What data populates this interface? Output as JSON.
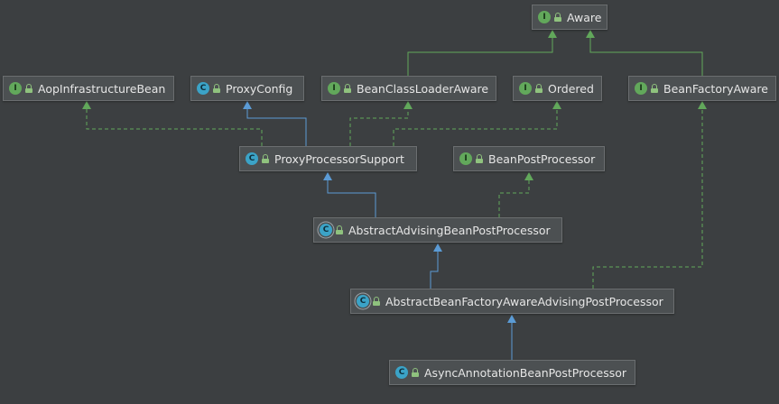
{
  "nodes": [
    {
      "id": "aware",
      "kind": "interface",
      "badge": "I",
      "label": "Aware"
    },
    {
      "id": "aop",
      "kind": "interface",
      "badge": "I",
      "label": "AopInfrastructureBean"
    },
    {
      "id": "proxyconfig",
      "kind": "class",
      "badge": "C",
      "label": "ProxyConfig"
    },
    {
      "id": "bcla",
      "kind": "interface",
      "badge": "I",
      "label": "BeanClassLoaderAware"
    },
    {
      "id": "ordered",
      "kind": "interface",
      "badge": "I",
      "label": "Ordered"
    },
    {
      "id": "bfa",
      "kind": "interface",
      "badge": "I",
      "label": "BeanFactoryAware"
    },
    {
      "id": "pps",
      "kind": "class",
      "badge": "C",
      "label": "ProxyProcessorSupport"
    },
    {
      "id": "bpp",
      "kind": "interface",
      "badge": "I",
      "label": "BeanPostProcessor"
    },
    {
      "id": "aabpp",
      "kind": "abstract",
      "badge": "C",
      "label": "AbstractAdvisingBeanPostProcessor"
    },
    {
      "id": "abfaapp",
      "kind": "abstract",
      "badge": "C",
      "label": "AbstractBeanFactoryAwareAdvisingPostProcessor"
    },
    {
      "id": "aabpp2",
      "kind": "class",
      "badge": "C",
      "label": "AsyncAnnotationBeanPostProcessor"
    }
  ],
  "edges": [
    {
      "from": "bcla",
      "to": "aware",
      "type": "extends-interface"
    },
    {
      "from": "bfa",
      "to": "aware",
      "type": "extends-interface"
    },
    {
      "from": "pps",
      "to": "aop",
      "type": "implements"
    },
    {
      "from": "pps",
      "to": "proxyconfig",
      "type": "extends"
    },
    {
      "from": "pps",
      "to": "bcla",
      "type": "implements"
    },
    {
      "from": "pps",
      "to": "ordered",
      "type": "implements"
    },
    {
      "from": "aabpp",
      "to": "pps",
      "type": "extends"
    },
    {
      "from": "aabpp",
      "to": "bpp",
      "type": "implements"
    },
    {
      "from": "abfaapp",
      "to": "aabpp",
      "type": "extends"
    },
    {
      "from": "abfaapp",
      "to": "bfa",
      "type": "implements"
    },
    {
      "from": "aabpp2",
      "to": "abfaapp",
      "type": "extends"
    }
  ],
  "colors": {
    "background": "#3c3f41",
    "extends": "#5b9bd5",
    "implements": "#62a85b"
  }
}
